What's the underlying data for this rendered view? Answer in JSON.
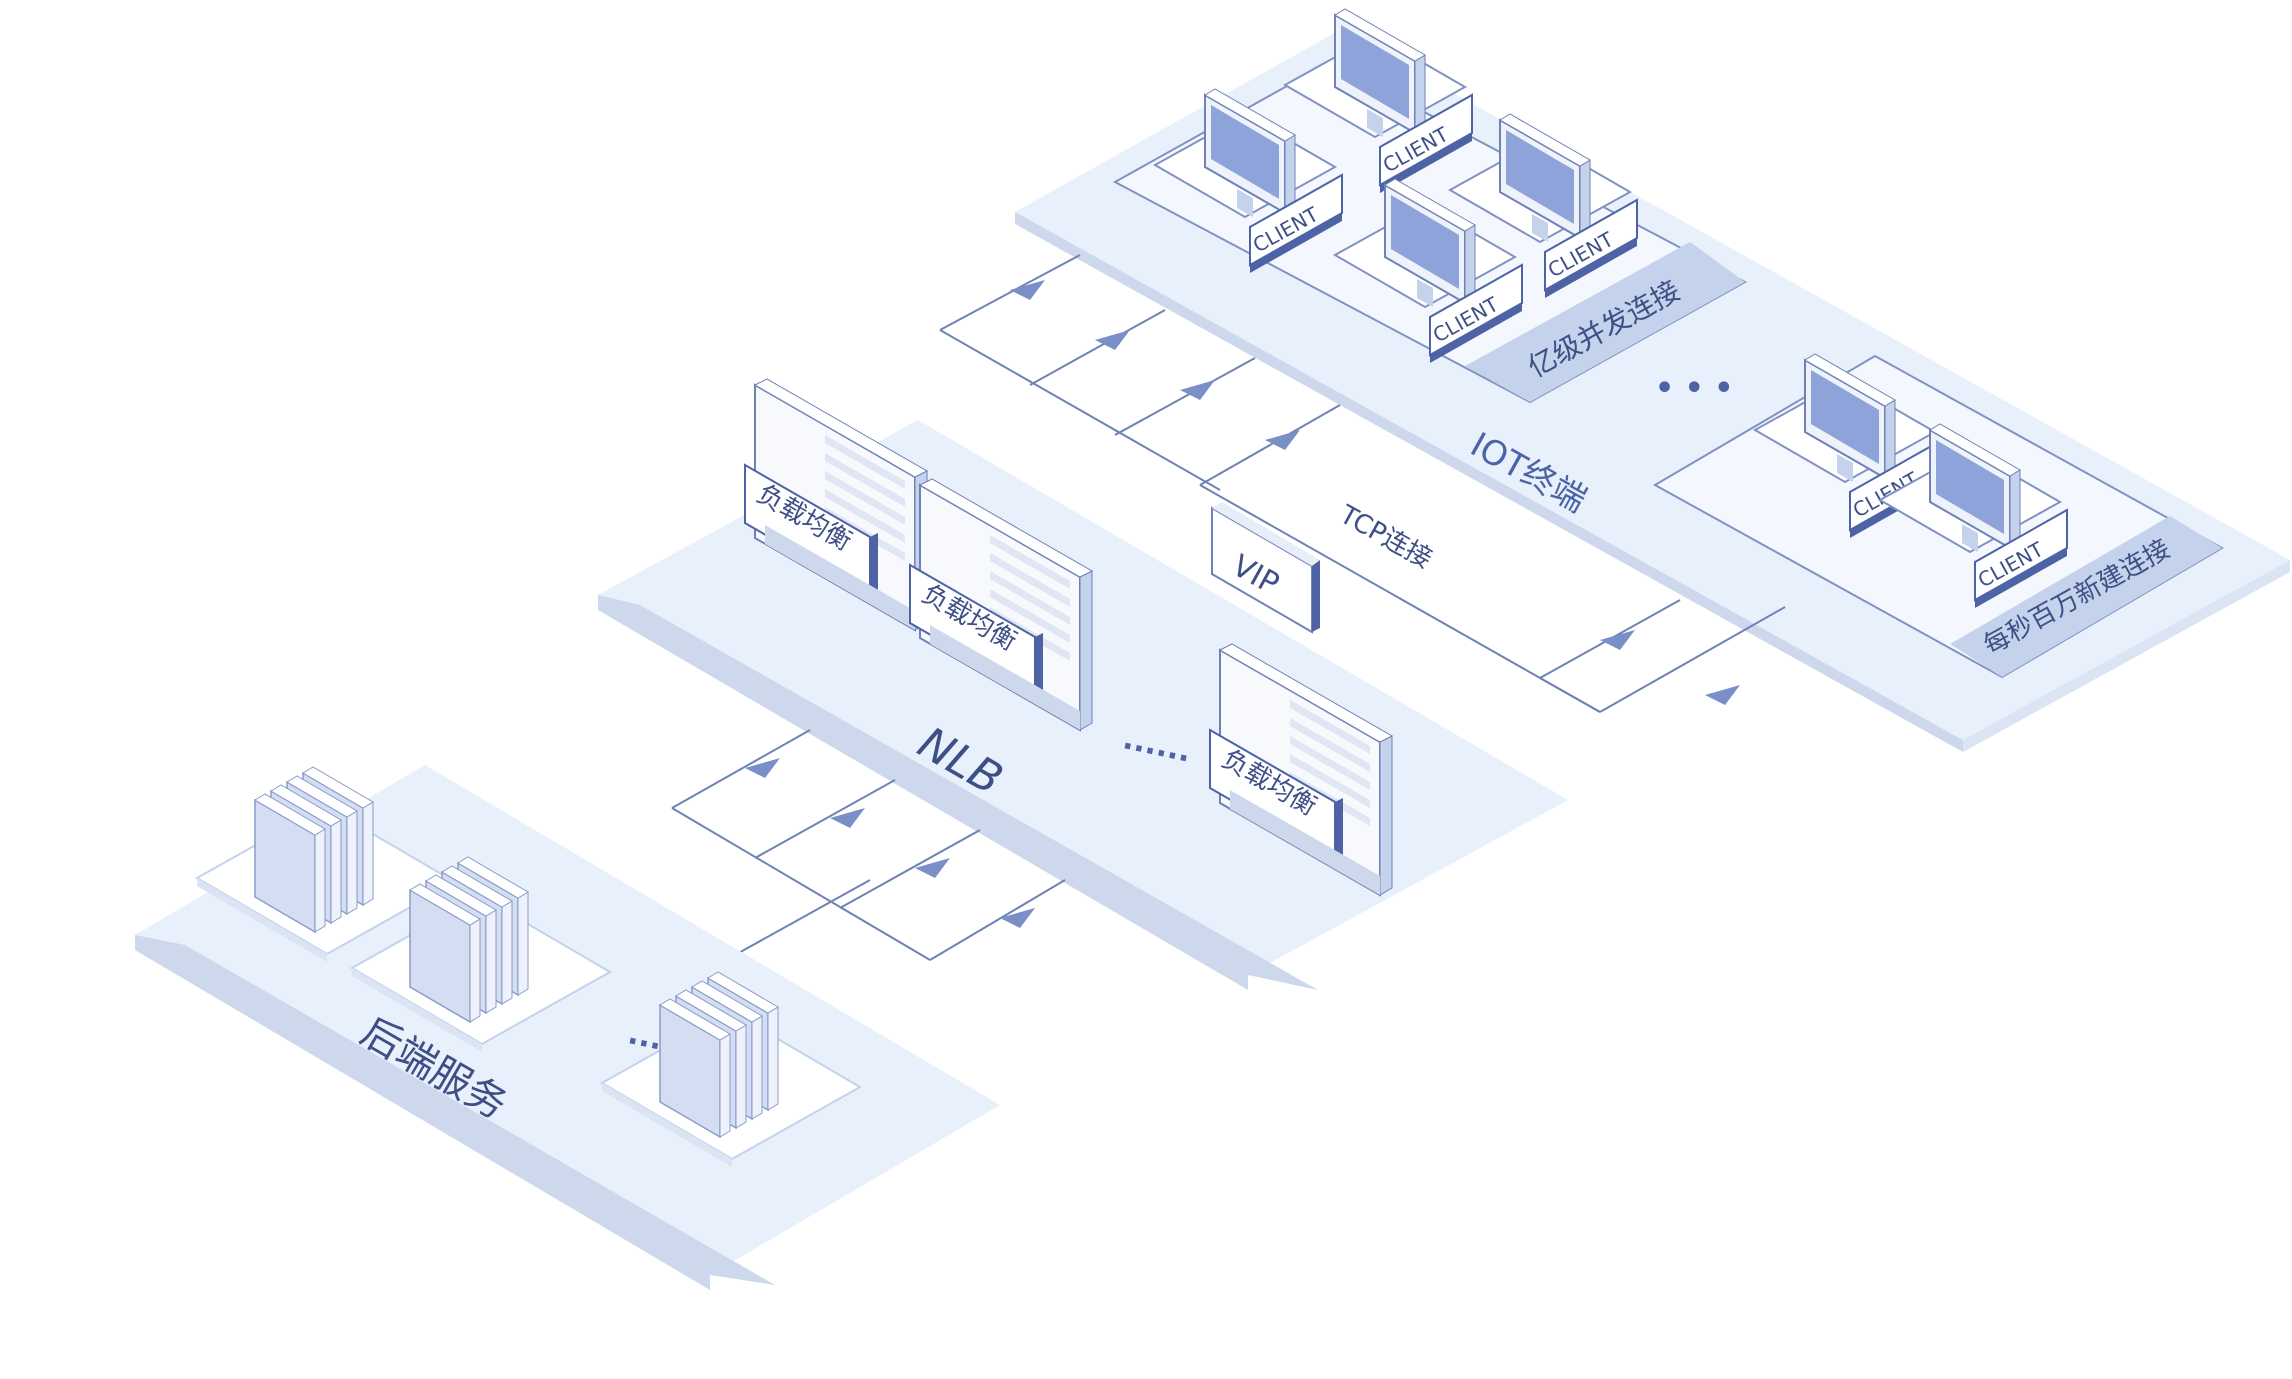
{
  "colors": {
    "platform_top": "#e8f0fb",
    "platform_side": "#cdd8ec",
    "platform_edge": "#c3d2ec",
    "line": "#6e82b6",
    "arrow": "#7a8fc8",
    "accent": "#4d63a6",
    "panel": "#f7f9fd",
    "screen": "#8da3d9",
    "server_face": "#d4ddf2",
    "server_side": "#e9eef9",
    "label_text": "#3e4f86"
  },
  "iot": {
    "platform_label": "IOT终端",
    "group1_label": "亿级并发连接",
    "group2_label": "每秒百万新建连接",
    "client_label": "CLIENT",
    "dots": "• • •"
  },
  "connection": {
    "vip_label": "VIP",
    "tcp_label": "TCP连接"
  },
  "nlb": {
    "platform_label": "NLB",
    "lb_label": "负载均衡",
    "dots": "······"
  },
  "backend": {
    "platform_label": "后端服务",
    "dots": "······"
  }
}
